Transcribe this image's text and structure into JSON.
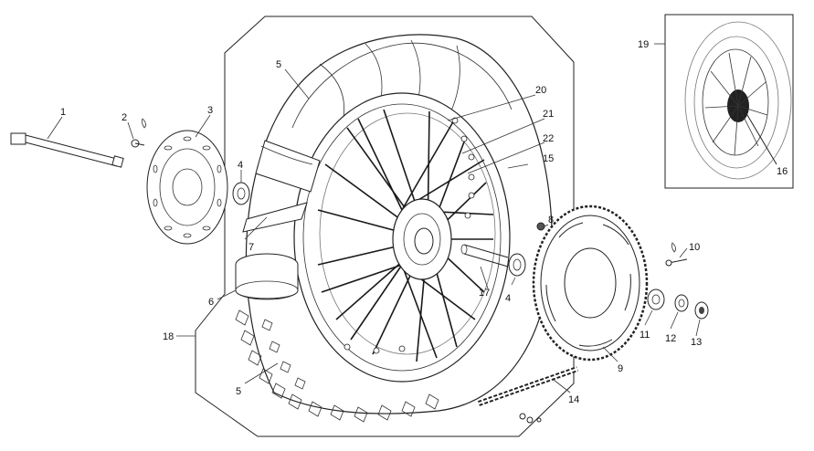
{
  "labels": {
    "p1": "1",
    "p2": "2",
    "p3": "3",
    "p4a": "4",
    "p4b": "4",
    "p5a": "5",
    "p5b": "5",
    "p6": "6",
    "p7": "7",
    "p8": "8",
    "p9": "9",
    "p10": "10",
    "p11": "11",
    "p12": "12",
    "p13": "13",
    "p14": "14",
    "p15": "15",
    "p16": "16",
    "p17": "17",
    "p18": "18",
    "p19": "19",
    "p20": "20",
    "p21": "21",
    "p22": "22"
  }
}
